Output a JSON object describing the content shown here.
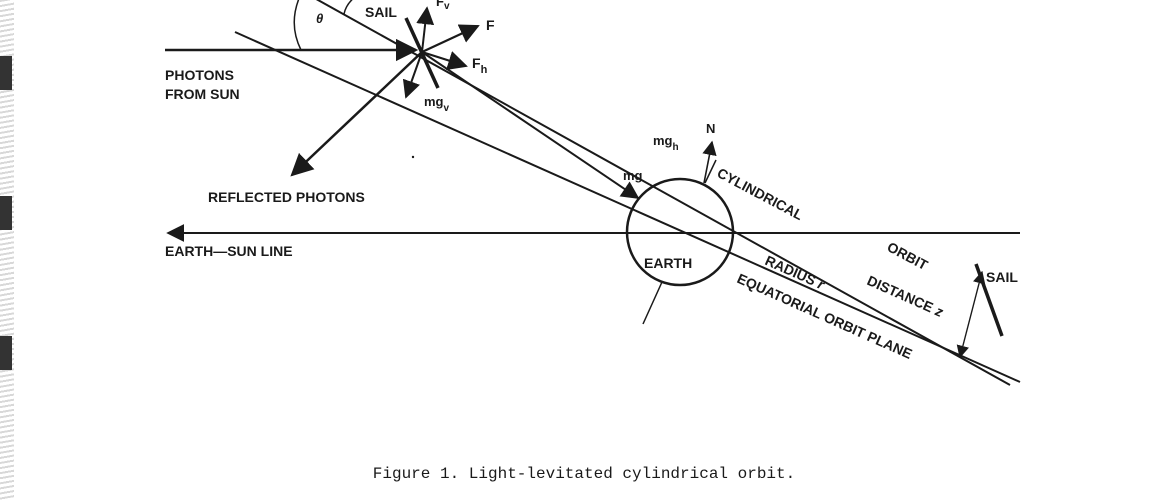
{
  "diagram": {
    "labels": {
      "sail_top": "SAIL",
      "theta": "θ",
      "fv": "F",
      "fv_sub": "v",
      "f": "F",
      "fh": "F",
      "fh_sub": "h",
      "mgv": "mg",
      "mgv_sub": "v",
      "mgh": "mg",
      "mgh_sub": "h",
      "mg": "mg",
      "n": "N",
      "photons_line1": "PHOTONS",
      "photons_line2": "FROM SUN",
      "reflected": "REFLECTED PHOTONS",
      "earth_sun": "EARTH—SUN LINE",
      "earth": "EARTH",
      "cylindrical": "CYLINDRICAL",
      "orbit": "ORBIT",
      "radius": "RADIUS",
      "radius_r": "r",
      "distance": "DISTANCE",
      "distance_z": "z",
      "equatorial": "EQUATORIAL ORBIT PLANE",
      "sail_right": "SAIL"
    },
    "colors": {
      "ink": "#1a1a1a",
      "background": "#ffffff"
    }
  },
  "caption": "Figure 1.  Light-levitated cylindrical orbit."
}
